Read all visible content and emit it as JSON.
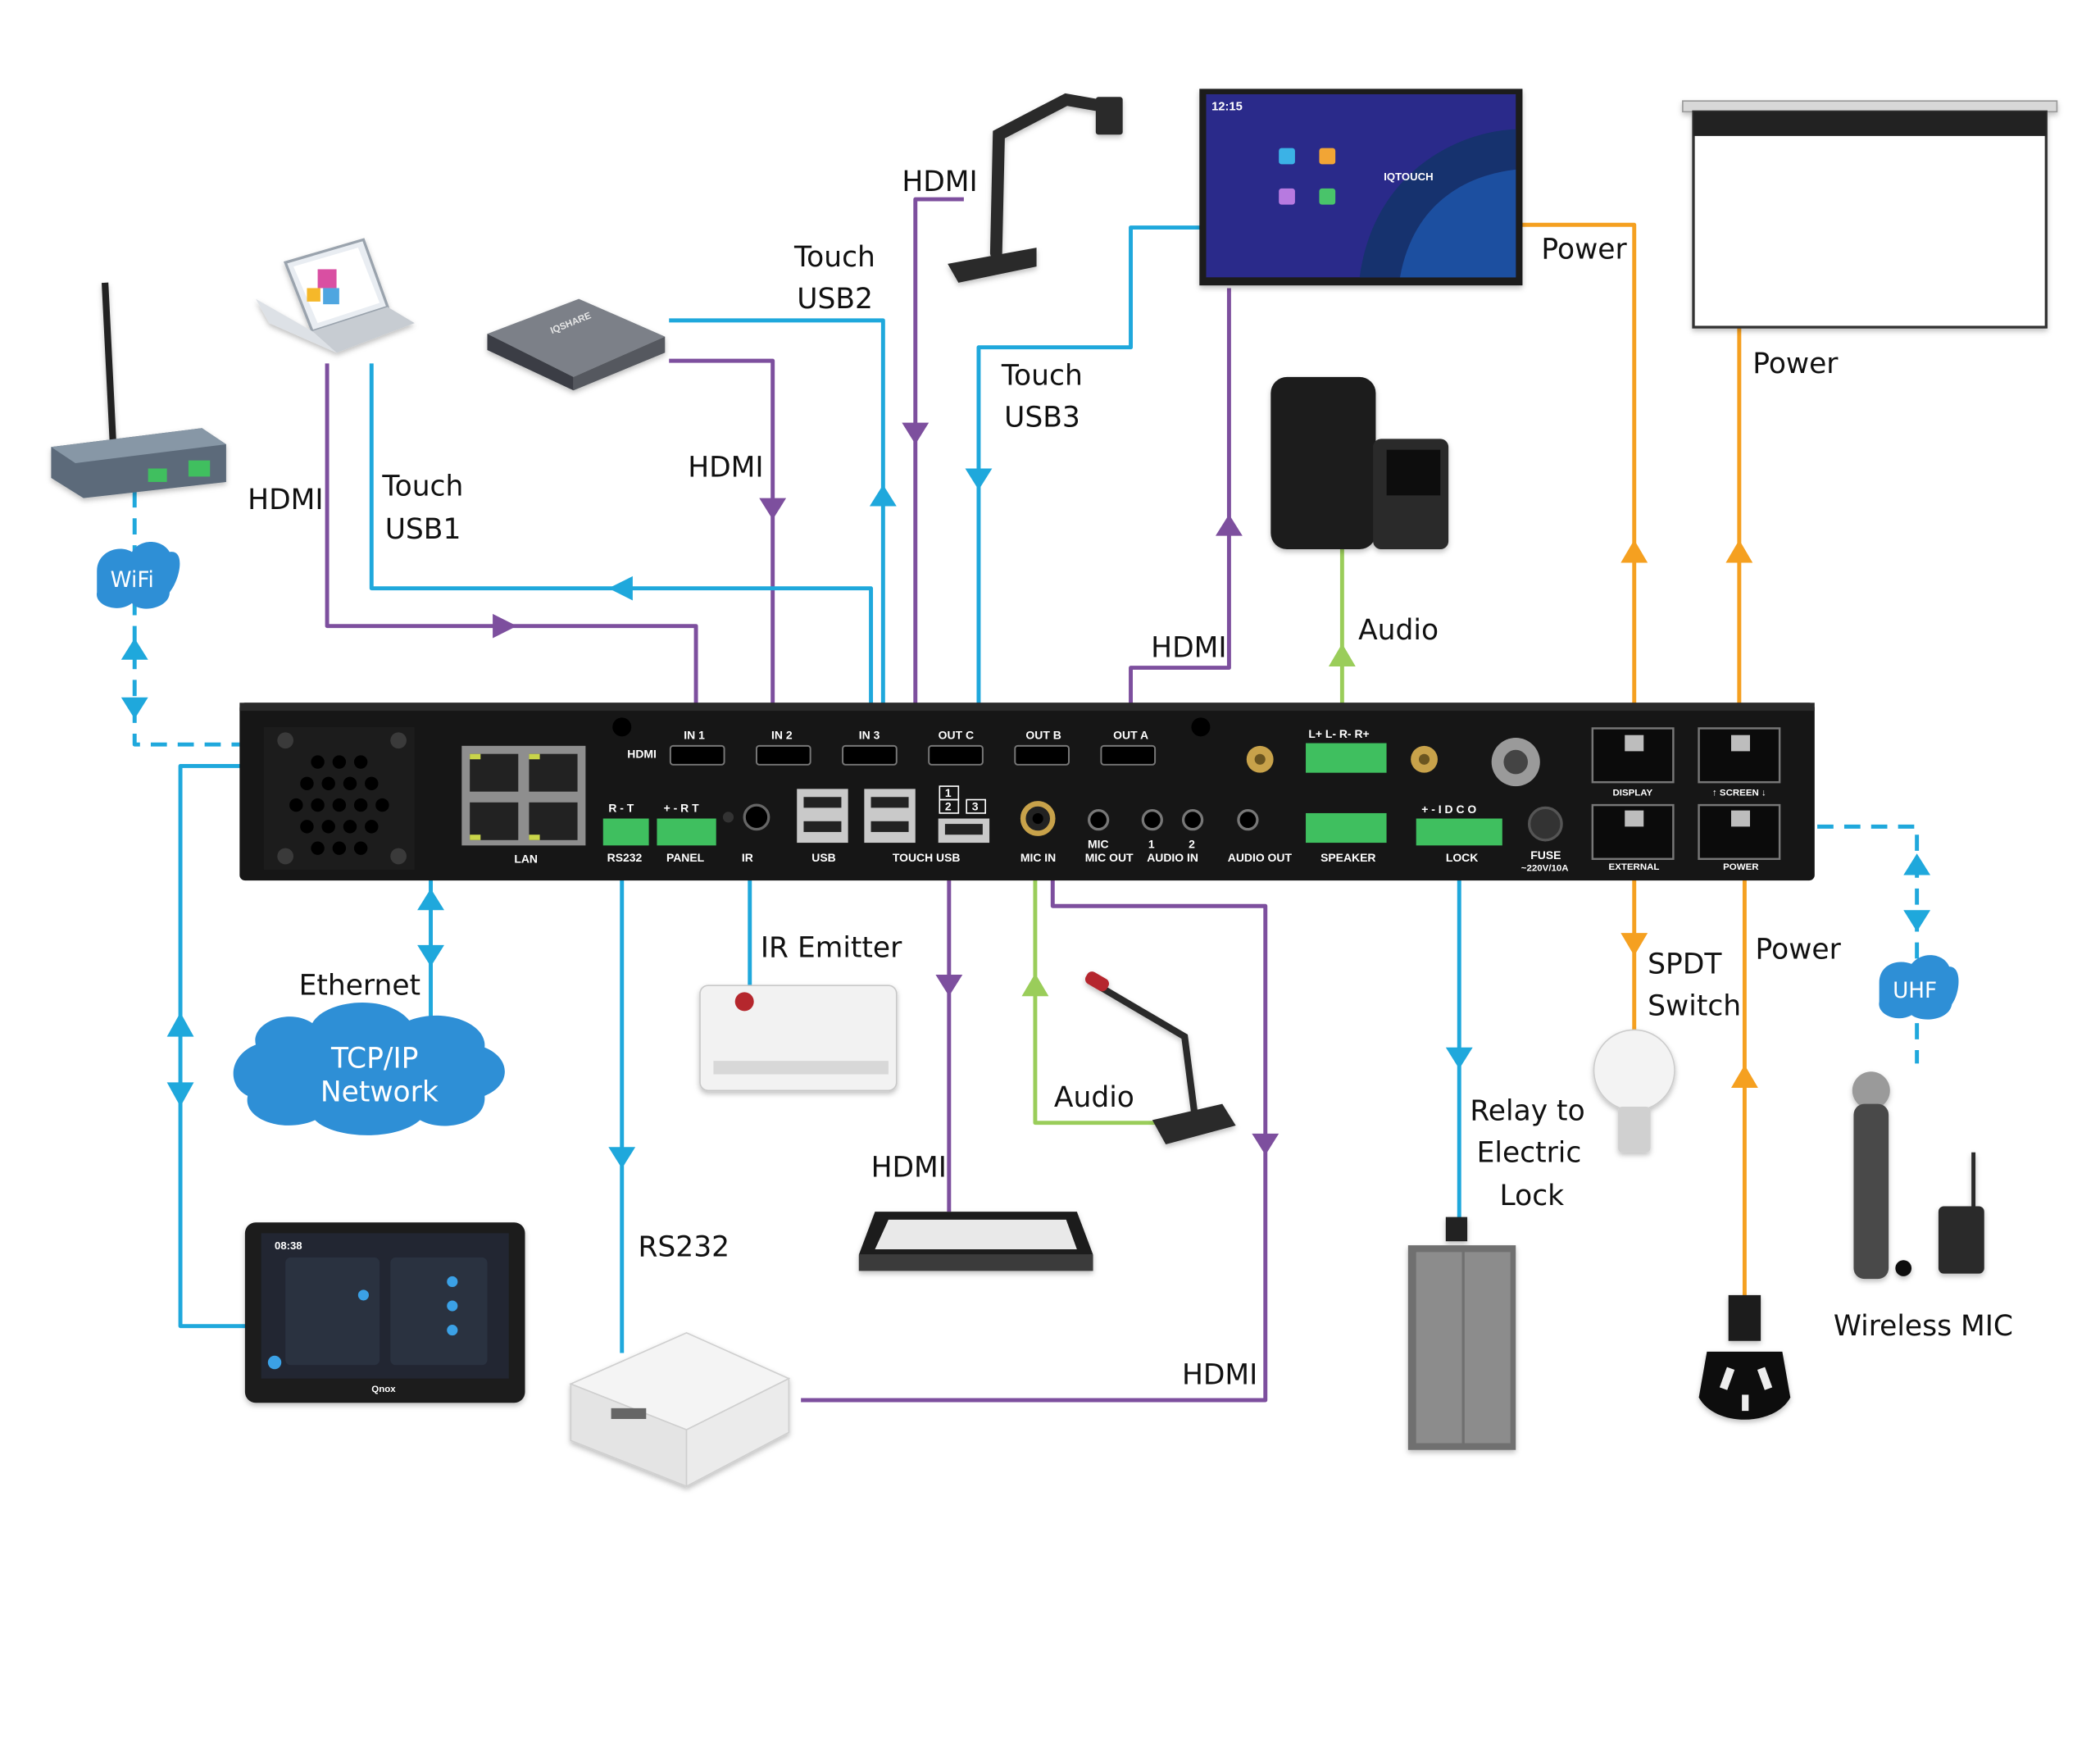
{
  "colors": {
    "video": "#7d4f9e",
    "usb": "#1fa8dc",
    "audio": "#9acd5a",
    "power": "#f5a020",
    "cloud": "#2e8fd6"
  },
  "device_panel": {
    "labels": {
      "hdmi": "HDMI",
      "in1": "IN 1",
      "in2": "IN 2",
      "in3": "IN 3",
      "out_c": "OUT C",
      "out_b": "OUT B",
      "out_a": "OUT A",
      "lan": "LAN",
      "rs232_pins": "R - T",
      "rs232": "RS232",
      "panel_pins": "+ - R T",
      "panel": "PANEL",
      "ir": "IR",
      "usb": "USB",
      "touch_usb": "TOUCH USB",
      "touch_num_1": "1",
      "touch_num_2": "2",
      "touch_num_3": "3",
      "mic_in": "MIC IN",
      "mic_out": "MIC OUT",
      "audio_in": "AUDIO IN",
      "audio_in_1": "1",
      "audio_in_2": "2",
      "audio_out": "AUDIO OUT",
      "spk_pins": "L+ L- R- R+",
      "speaker": "SPEAKER",
      "lock_pins": "+ - I D C O",
      "lock": "LOCK",
      "fuse": "FUSE",
      "fuse_rating": "~220V/10A",
      "display": "DISPLAY",
      "screen": "↑ SCREEN ↓",
      "external": "EXTERNAL",
      "power": "POWER"
    }
  },
  "devices": {
    "display_brand": "IQTOUCH",
    "display_clock": "12:15",
    "box_brand": "IQSHARE",
    "panel_clock": "08:38",
    "panel_brand": "Qnox"
  },
  "labels": {
    "hdmi_camera": "HDMI",
    "touch_usb2_a": "Touch",
    "touch_usb2_b": "USB2",
    "touch_usb3_a": "Touch",
    "touch_usb3_b": "USB3",
    "hdmi_laptop": "HDMI",
    "touch_usb1_a": "Touch",
    "touch_usb1_b": "USB1",
    "hdmi_box": "HDMI",
    "hdmi_out_a": "HDMI",
    "audio_speaker": "Audio",
    "power_display": "Power",
    "power_screen": "Power",
    "wifi": "WiFi",
    "ethernet": "Ethernet",
    "tcpip_a": "TCP/IP",
    "tcpip_b": "Network",
    "ir_emitter": "IR Emitter",
    "rs232": "RS232",
    "hdmi_monitor": "HDMI",
    "audio_mic": "Audio",
    "hdmi_projector": "HDMI",
    "relay_a": "Relay to",
    "relay_b": "Electric",
    "relay_c": "Lock",
    "spdt_a": "SPDT",
    "spdt_b": "Switch",
    "power_plug": "Power",
    "uhf": "UHF",
    "wireless_mic": "Wireless MIC"
  }
}
